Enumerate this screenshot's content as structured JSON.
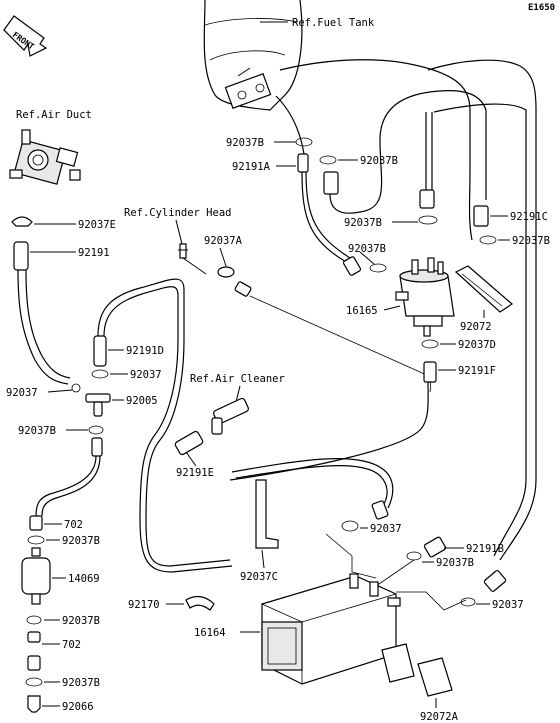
{
  "diagram_code": "E1650",
  "front_label": "FRONT",
  "refs": {
    "fuel_tank": "Ref.Fuel Tank",
    "air_duct": "Ref.Air Duct",
    "cylinder_head": "Ref.Cylinder Head",
    "air_cleaner": "Ref.Air Cleaner"
  },
  "parts": {
    "p92037B_a": "92037B",
    "p92191A": "92191A",
    "p92037B_b": "92037B",
    "p92037E": "92037E",
    "p92191": "92191",
    "p92037A": "92037A",
    "p92037B_c": "92037B",
    "p92191C": "92191C",
    "p92037B_d": "92037B",
    "p92037B_e": "92037B",
    "p16165": "16165",
    "p92072": "92072",
    "p92037D": "92037D",
    "p92191D": "92191D",
    "p92037_a": "92037",
    "p92191F": "92191F",
    "p92037_b": "92037",
    "p92005": "92005",
    "p92037B_f": "92037B",
    "p92191E": "92191E",
    "p702_a": "702",
    "p92037B_g": "92037B",
    "p92037_c": "92037",
    "p92191B": "92191B",
    "p92037B_h": "92037B",
    "p14069": "14069",
    "p92037C": "92037C",
    "p92170": "92170",
    "p92037_d": "92037",
    "p16164": "16164",
    "p92037B_i": "92037B",
    "p702_b": "702",
    "p92037B_j": "92037B",
    "p92066": "92066",
    "p92072A": "92072A"
  }
}
